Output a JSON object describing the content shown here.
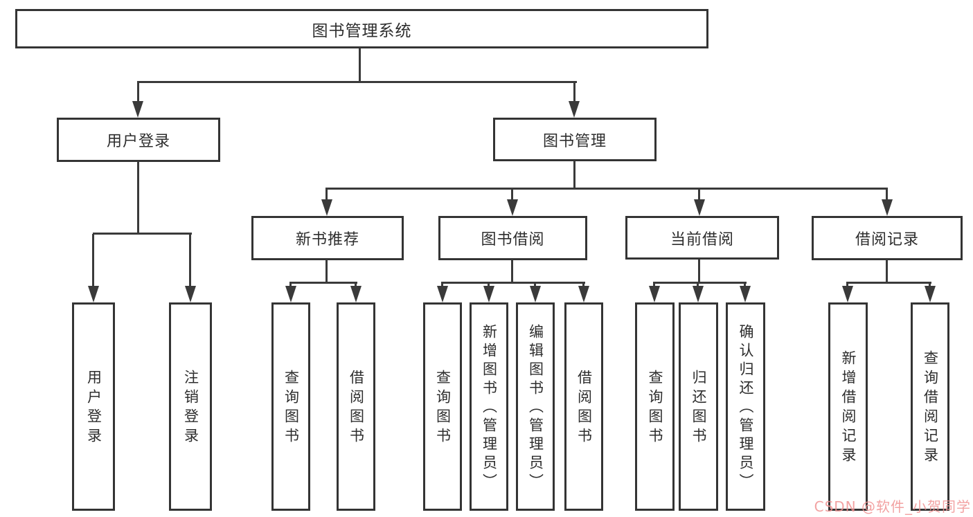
{
  "tree": {
    "root": {
      "label": "图书管理系统"
    },
    "branches": [
      {
        "label": "用户登录",
        "children": [
          {
            "label": "用户登录"
          },
          {
            "label": "注销登录"
          }
        ]
      },
      {
        "label": "图书管理",
        "children": [
          {
            "label": "新书推荐",
            "children": [
              {
                "label": "查询图书"
              },
              {
                "label": "借阅图书"
              }
            ]
          },
          {
            "label": "图书借阅",
            "children": [
              {
                "label": "查询图书"
              },
              {
                "label": "新增图书（管理员）"
              },
              {
                "label": "编辑图书（管理员）"
              },
              {
                "label": "借阅图书"
              }
            ]
          },
          {
            "label": "当前借阅",
            "children": [
              {
                "label": "查询图书"
              },
              {
                "label": "归还图书"
              },
              {
                "label": "确认归还（管理员）"
              }
            ]
          },
          {
            "label": "借阅记录",
            "children": [
              {
                "label": "新增借阅记录"
              },
              {
                "label": "查询借阅记录"
              }
            ]
          }
        ]
      }
    ]
  },
  "watermark": {
    "text": "CSDN @软件_小贺同学"
  },
  "colors": {
    "line": "#3a3a3a",
    "box_border": "#343434",
    "text": "#2d2d2d",
    "watermark": "#f09292",
    "background": "#ffffff"
  }
}
